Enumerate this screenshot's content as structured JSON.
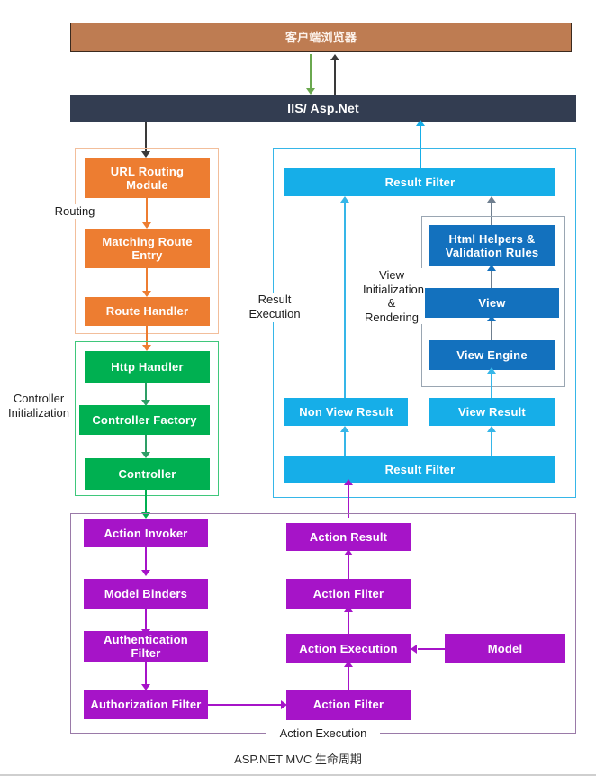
{
  "diagram": {
    "caption": "ASP.NET MVC 生命周期",
    "colors": {
      "browser": "#BE7C52",
      "server": "#333D51",
      "routing": "#ED7D31",
      "controller": "#00B051",
      "result": "#16AEE8",
      "view": "#1371BE",
      "action": "#A614C8",
      "arrow_green": "#00B051",
      "arrow_dark": "#333D51",
      "arrow_cyan": "#16AEE8",
      "arrow_orange": "#ED7D31",
      "arrow_purple": "#A614C8",
      "arrow_gray": "#7f7f7f"
    },
    "top": {
      "browser": "客户端浏览器",
      "server": "IIS/ Asp.Net"
    },
    "groups": {
      "routing": "Routing",
      "controller_initialization": "Controller\nInitialization",
      "controller_initialization_line1": "Controller",
      "controller_initialization_line2": "Initialization",
      "result_execution_line1": "Result",
      "result_execution_line2": "Execution",
      "view_line1": "View",
      "view_line2": "Initialization",
      "view_line3": "&",
      "view_line4": "Rendering",
      "action_execution": "Action Execution"
    },
    "routing_nodes": [
      {
        "label": "URL Routing Module"
      },
      {
        "label": "Matching Route\nEntry"
      },
      {
        "label": "Route Handler"
      }
    ],
    "routing_node_0": "URL Routing Module",
    "routing_node_1a": "Matching Route",
    "routing_node_1b": "Entry",
    "routing_node_2": "Route Handler",
    "controller_nodes": {
      "http_handler": "Http Handler",
      "controller_factory": "Controller Factory",
      "controller": "Controller"
    },
    "result_nodes": {
      "result_filter_top": "Result Filter",
      "result_filter_bottom": "Result Filter",
      "non_view_result": "Non View Result",
      "view_result": "View Result"
    },
    "view_nodes": {
      "html_helpers_line1": "Html Helpers &",
      "html_helpers_line2": "Validation Rules",
      "view": "View",
      "view_engine": "View Engine"
    },
    "action_nodes": {
      "action_invoker": "Action Invoker",
      "model_binders": "Model Binders",
      "authentication_filter": "Authentication Filter",
      "authorization_filter": "Authorization Filter",
      "action_result": "Action Result",
      "action_filter_upper": "Action Filter",
      "action_execution": "Action Execution",
      "action_filter_lower": "Action Filter",
      "model": "Model"
    }
  }
}
